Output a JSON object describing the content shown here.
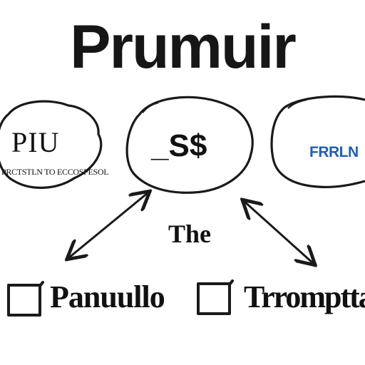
{
  "diagram": {
    "title": "Prumuir",
    "bubbles": [
      {
        "text": "PIU",
        "subtext": "PRCTSTLN TO ECCOSPESOL"
      },
      {
        "text": "_S$"
      },
      {
        "text": "FRRLN"
      }
    ],
    "center_label": "The",
    "options": [
      {
        "label": "Panuullo",
        "checked": true
      },
      {
        "label": "Trromptta",
        "checked": true
      }
    ]
  },
  "colors": {
    "ink": "#1a1a1a",
    "accent_text": "#1f5fb8",
    "background": "#ffffff"
  },
  "icons": [
    "check-icon",
    "double-arrow-icon"
  ]
}
